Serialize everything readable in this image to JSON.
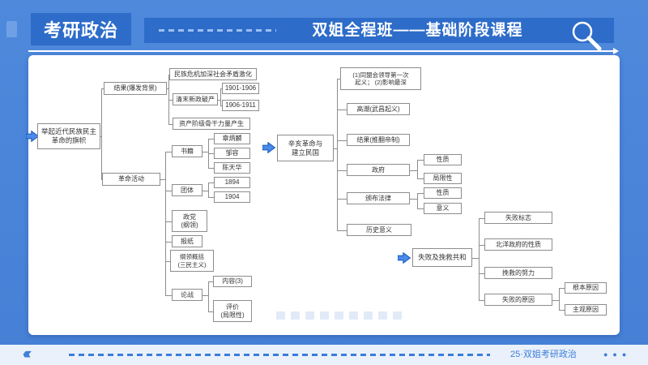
{
  "header": {
    "badge": "考研政治",
    "title": "双姐全程班——基础阶段课程"
  },
  "footer": {
    "chevrons": "‹‹‹",
    "page_label": "25·双姐考研政治",
    "dots": "●●●"
  },
  "colors": {
    "background": "#4a86d9",
    "bar": "#2d6cc9",
    "footer_accent": "#3b7dd8",
    "pointer_arrow_fill": "#4b8ae8",
    "pointer_arrow_stroke": "#1d5fc0",
    "node_border": "#8d8d8d",
    "connector": "#8d8d8d"
  },
  "mindmap": {
    "nodes": {
      "root1": "举起近代民族民主\n革命的旗帜",
      "bgA": "结果(爆发背景)",
      "a1": "民族危机加深社会矛盾激化",
      "a2": "清末新政破产",
      "a2x": "1901-1906",
      "a2y": "1906-1911",
      "a3": "资产阶级骨干力量产生",
      "actB": "革命活动",
      "b1": "书籍",
      "b1a": "章炳麟",
      "b1b": "邹容",
      "b1c": "陈天华",
      "b2": "团体",
      "b2a": "1894",
      "b2b": "1904",
      "b3": "政党\n(纲领)",
      "b4": "报纸",
      "b5": "纲领概括\n(三民主义)",
      "b6": "论战",
      "b6a": "内容(3)",
      "b6b": "评价\n(局限性)",
      "root2": "辛亥革命与\n建立民国",
      "m1": "(1)同盟会领导第一次\n起义；  (2)影响最深",
      "m2": "高潮(武昌起义)",
      "m3": "结果(推翻帝制)",
      "m4": "政府",
      "m4a": "性质",
      "m4b": "局限性",
      "m5": "颁布法律",
      "m5a": "性质",
      "m5b": "意义",
      "m6": "历史意义",
      "root3": "失败及挽救共和",
      "f1": "失败标志",
      "f2": "北洋政府的性质",
      "f3": "挽救的努力",
      "f4": "失败的原因",
      "f4a": "根本原因",
      "f4b": "主观原因"
    }
  }
}
